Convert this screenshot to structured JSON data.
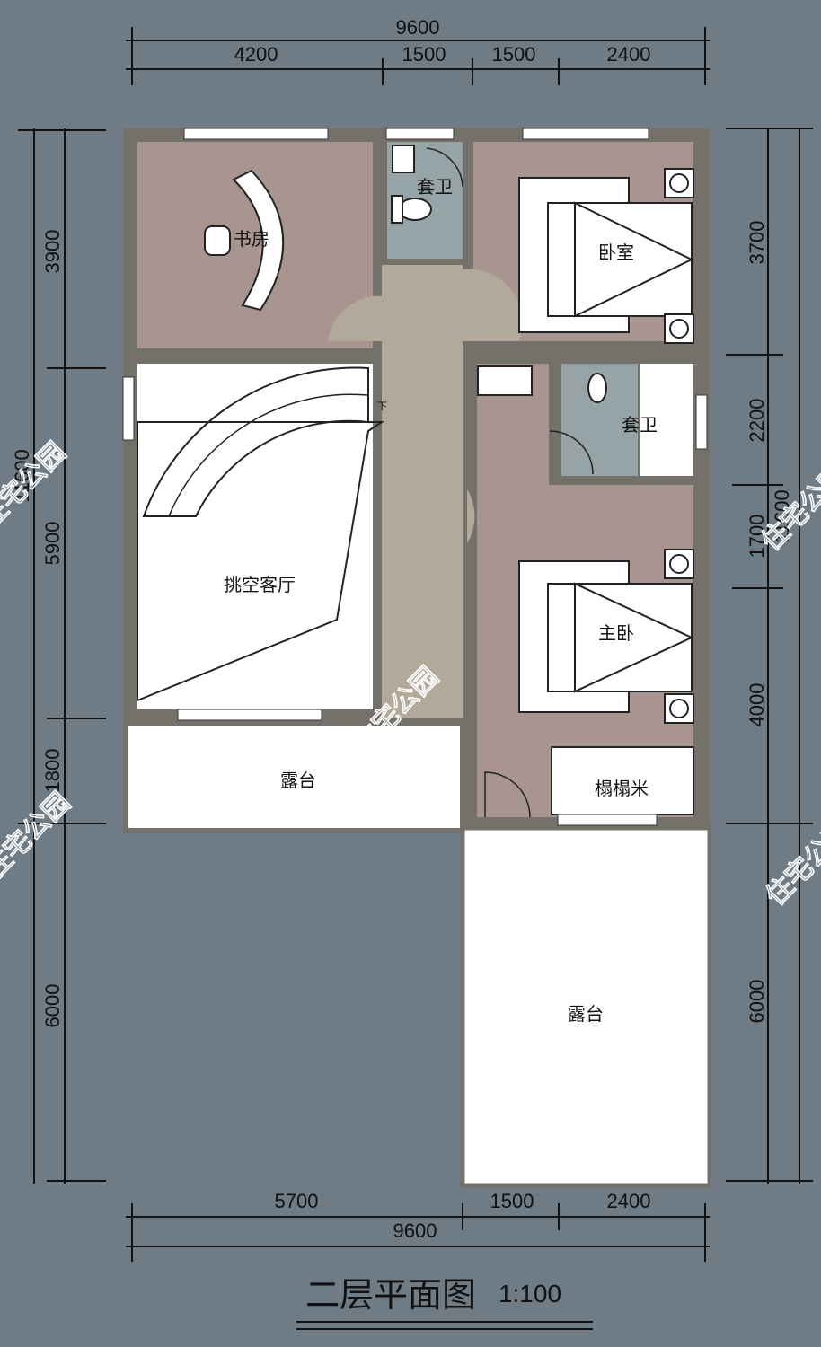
{
  "title": "二层平面图",
  "scale": "1:100",
  "rooms": {
    "study": "书房",
    "bath_top": "套卫",
    "bedroom": "卧室",
    "bath_mid": "套卫",
    "double_height_living": "挑空客厅",
    "master_bedroom": "主卧",
    "tatami": "榻榻米",
    "terrace_left": "露台",
    "terrace_right": "露台",
    "stair_down": "下"
  },
  "dimensions": {
    "top_total": "9600",
    "top": [
      "4200",
      "1500",
      "1500",
      "2400"
    ],
    "left": [
      "3900",
      "5900",
      "1800",
      "6000"
    ],
    "left_total": "11600",
    "right": [
      "3700",
      "2200",
      "1700",
      "4000",
      "6000"
    ],
    "right_total": "11600",
    "bottom": [
      "5700",
      "1500",
      "2400"
    ],
    "bottom_total": "9600"
  },
  "watermark": "住宅公园",
  "colors": {
    "background": "#6f7b85",
    "wall": "#74716a",
    "room": "#a8958f",
    "corridor": "#b3a99b",
    "bathroom": "#96a4a8",
    "open": "#ffffff"
  }
}
